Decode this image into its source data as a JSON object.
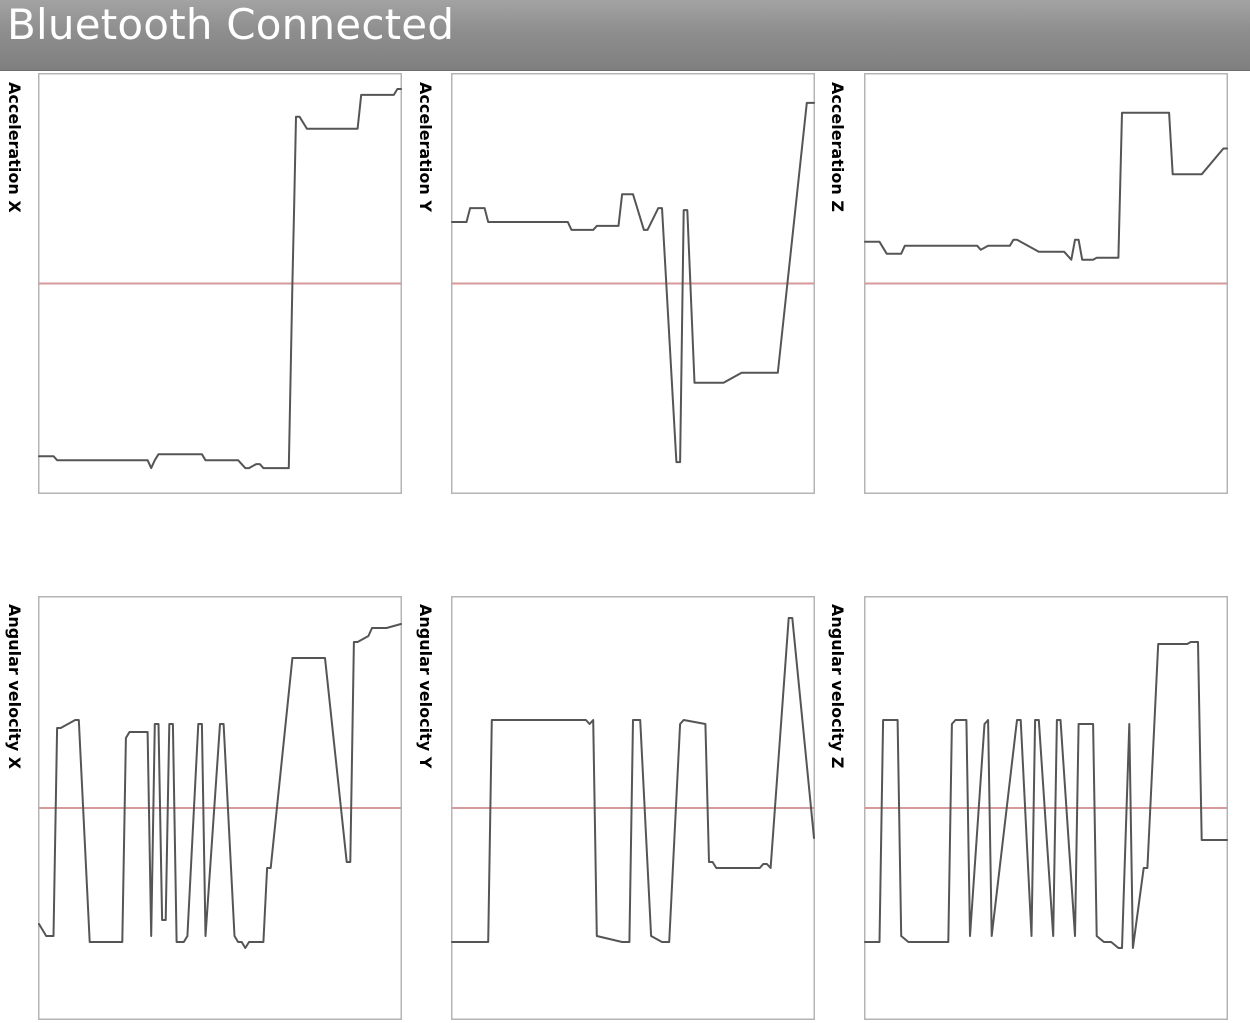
{
  "header": {
    "title": "Bluetooth Connected"
  },
  "colors": {
    "header_bg": "#8e8e8e",
    "title_text": "#ffffff",
    "zero_line": "#d79a9a",
    "trace": "#555555",
    "frame": "#b4b4b4"
  },
  "chart_data": [
    {
      "type": "line",
      "title": "",
      "ylabel": "Acceleration X",
      "xlabel": "",
      "grid": false,
      "legend": "none",
      "xlim": [
        0,
        100
      ],
      "ylim": [
        -1,
        1
      ],
      "series": [
        {
          "x": [
            0,
            4,
            5,
            30,
            31,
            32,
            33,
            34,
            40,
            45,
            46,
            55,
            57,
            58,
            60,
            61,
            62,
            65,
            66,
            69,
            70,
            70.5,
            71,
            72,
            74,
            88,
            89,
            90,
            98,
            99,
            100
          ],
          "y": [
            -0.87,
            -0.87,
            -0.89,
            -0.89,
            -0.93,
            -0.89,
            -0.86,
            -0.86,
            -0.86,
            -0.86,
            -0.89,
            -0.89,
            -0.93,
            -0.93,
            -0.91,
            -0.91,
            -0.93,
            -0.93,
            -0.93,
            -0.93,
            0.0,
            0.4,
            0.84,
            0.84,
            0.78,
            0.78,
            0.95,
            0.95,
            0.95,
            0.98,
            0.98
          ]
        }
      ]
    },
    {
      "type": "line",
      "title": "",
      "ylabel": "Acceleration Y",
      "xlabel": "",
      "grid": false,
      "legend": "none",
      "xlim": [
        0,
        100
      ],
      "ylim": [
        -1,
        1
      ],
      "series": [
        {
          "x": [
            0,
            4,
            5,
            9,
            10,
            32,
            33,
            39,
            40,
            46,
            47,
            49,
            50,
            53,
            54,
            57,
            58,
            62,
            63,
            64,
            65,
            67,
            68,
            70,
            71,
            72,
            73,
            74,
            75,
            80,
            81,
            89,
            90,
            98,
            99,
            100
          ],
          "y": [
            0.31,
            0.31,
            0.38,
            0.38,
            0.31,
            0.31,
            0.27,
            0.27,
            0.29,
            0.29,
            0.45,
            0.45,
            0.45,
            0.27,
            0.27,
            0.38,
            0.38,
            -0.9,
            -0.9,
            0.37,
            0.37,
            -0.5,
            -0.5,
            -0.5,
            -0.5,
            -0.5,
            -0.5,
            -0.5,
            -0.5,
            -0.45,
            -0.45,
            -0.45,
            -0.45,
            0.91,
            0.91,
            0.91
          ]
        }
      ]
    },
    {
      "type": "line",
      "title": "",
      "ylabel": "Acceleration Z",
      "xlabel": "",
      "grid": false,
      "legend": "none",
      "xlim": [
        0,
        100
      ],
      "ylim": [
        -1,
        1
      ],
      "series": [
        {
          "x": [
            0,
            4,
            6,
            10,
            11,
            31,
            32,
            34,
            40,
            41,
            42,
            48,
            49,
            55,
            57,
            58,
            59,
            60,
            63,
            64,
            70,
            71,
            72,
            84,
            85,
            92,
            93,
            99,
            100
          ],
          "y": [
            0.21,
            0.21,
            0.15,
            0.15,
            0.19,
            0.19,
            0.17,
            0.19,
            0.19,
            0.22,
            0.22,
            0.16,
            0.16,
            0.16,
            0.12,
            0.22,
            0.22,
            0.12,
            0.12,
            0.13,
            0.13,
            0.86,
            0.86,
            0.86,
            0.55,
            0.55,
            0.55,
            0.68,
            0.68
          ]
        }
      ]
    },
    {
      "type": "line",
      "title": "",
      "ylabel": "Angular velocity X",
      "xlabel": "",
      "grid": false,
      "legend": "none",
      "xlim": [
        0,
        100
      ],
      "ylim": [
        -1,
        1
      ],
      "series": [
        {
          "x": [
            0,
            2,
            4,
            5,
            6,
            10,
            11,
            14,
            15,
            23,
            24,
            25,
            30,
            31,
            32,
            33,
            34,
            35,
            36,
            37,
            38,
            40,
            41,
            44,
            45,
            46,
            50,
            51,
            54,
            55,
            56,
            57,
            58,
            62,
            63,
            64,
            70,
            71,
            72,
            76,
            77,
            79,
            85,
            86,
            87,
            88,
            91,
            92,
            96,
            100
          ],
          "y": [
            -0.58,
            -0.64,
            -0.64,
            0.4,
            0.4,
            0.44,
            0.44,
            -0.67,
            -0.67,
            -0.67,
            0.35,
            0.38,
            0.38,
            -0.64,
            0.42,
            0.42,
            -0.56,
            -0.56,
            0.42,
            0.42,
            -0.67,
            -0.67,
            -0.64,
            0.42,
            0.42,
            -0.64,
            0.42,
            0.42,
            -0.64,
            -0.67,
            -0.67,
            -0.7,
            -0.67,
            -0.67,
            -0.3,
            -0.3,
            0.75,
            0.75,
            0.75,
            0.75,
            0.75,
            0.75,
            -0.27,
            -0.27,
            0.83,
            0.83,
            0.86,
            0.9,
            0.9,
            0.92
          ]
        }
      ]
    },
    {
      "type": "line",
      "title": "",
      "ylabel": "Angular velocity Y",
      "xlabel": "",
      "grid": false,
      "legend": "none",
      "xlim": [
        0,
        100
      ],
      "ylim": [
        -1,
        1
      ],
      "series": [
        {
          "x": [
            0,
            10,
            11,
            30,
            31,
            32,
            33,
            37,
            38,
            39,
            40,
            47,
            48,
            49,
            50,
            52,
            55,
            58,
            60,
            63,
            64,
            70,
            71,
            72,
            73,
            75,
            85,
            86,
            87,
            88,
            93,
            94,
            100
          ],
          "y": [
            -0.67,
            -0.67,
            0.44,
            0.44,
            0.44,
            0.44,
            0.44,
            0.44,
            0.42,
            0.44,
            -0.64,
            -0.67,
            -0.67,
            -0.67,
            0.44,
            0.44,
            -0.64,
            -0.67,
            -0.67,
            0.42,
            0.44,
            0.42,
            -0.27,
            -0.27,
            -0.3,
            -0.3,
            -0.3,
            -0.28,
            -0.28,
            -0.3,
            0.95,
            0.95,
            -0.15
          ]
        }
      ]
    },
    {
      "type": "line",
      "title": "",
      "ylabel": "Angular velocity Z",
      "xlabel": "",
      "grid": false,
      "legend": "none",
      "xlim": [
        0,
        100
      ],
      "ylim": [
        -1,
        1
      ],
      "series": [
        {
          "x": [
            0,
            4,
            5,
            9,
            10,
            12,
            13,
            23,
            24,
            25,
            28,
            29,
            33,
            34,
            35,
            42,
            43,
            46,
            47,
            48,
            52,
            53,
            54,
            58,
            59,
            63,
            64,
            66,
            68,
            70,
            71,
            73,
            74,
            77,
            78,
            81,
            82,
            83,
            89,
            90,
            92,
            93,
            100
          ],
          "y": [
            -0.67,
            -0.67,
            0.44,
            0.44,
            -0.64,
            -0.67,
            -0.67,
            -0.67,
            0.42,
            0.44,
            0.44,
            -0.64,
            0.42,
            0.44,
            -0.64,
            0.44,
            0.44,
            -0.64,
            0.44,
            0.44,
            -0.64,
            0.44,
            0.44,
            -0.64,
            0.42,
            0.42,
            -0.64,
            -0.67,
            -0.67,
            -0.7,
            -0.7,
            0.42,
            -0.7,
            -0.3,
            -0.3,
            0.82,
            0.82,
            0.82,
            0.82,
            0.83,
            0.83,
            -0.16,
            -0.16
          ]
        }
      ]
    }
  ]
}
